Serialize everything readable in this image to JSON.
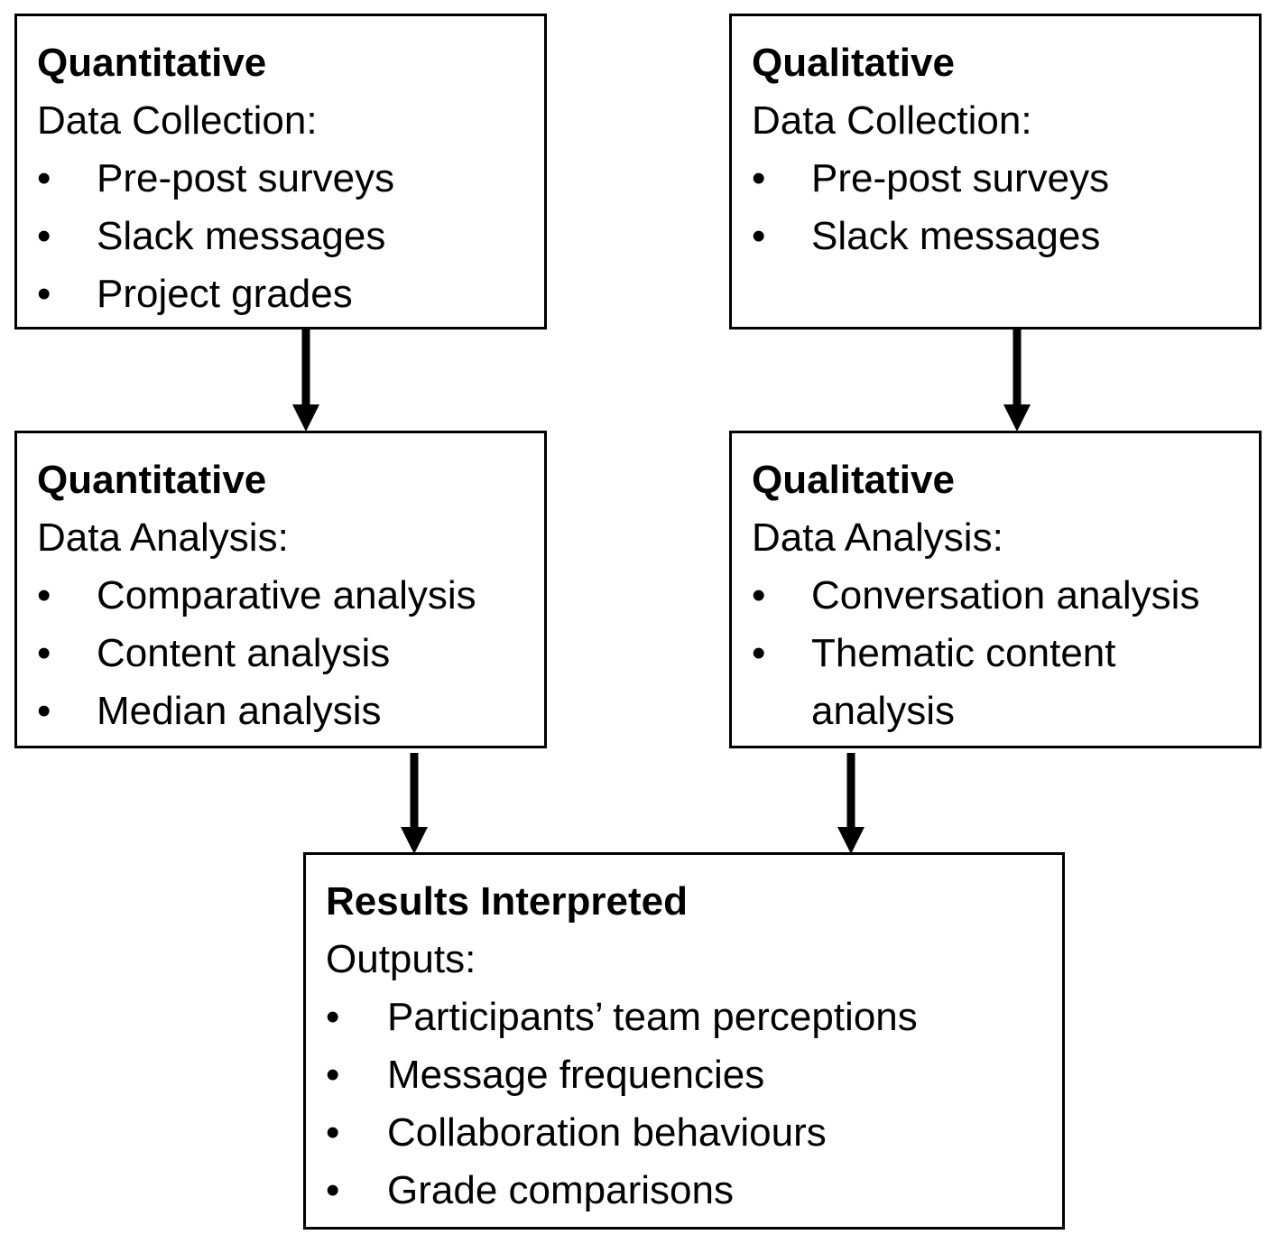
{
  "bullet_glyph": "•",
  "quant_collection": {
    "title": "Quantitative",
    "subtitle": "Data Collection:",
    "items": [
      "Pre-post surveys",
      "Slack messages",
      "Project grades"
    ]
  },
  "qual_collection": {
    "title": "Qualitative",
    "subtitle": "Data Collection:",
    "items": [
      "Pre-post surveys",
      "Slack messages"
    ]
  },
  "quant_analysis": {
    "title": "Quantitative",
    "subtitle": "Data Analysis:",
    "items": [
      "Comparative analysis",
      "Content analysis",
      "Median analysis"
    ]
  },
  "qual_analysis": {
    "title": "Qualitative",
    "subtitle": "Data Analysis:",
    "items": [
      "Conversation analysis",
      "Thematic content analysis"
    ]
  },
  "results": {
    "title": "Results Interpreted",
    "subtitle": "Outputs:",
    "items": [
      "Participants’ team perceptions",
      "Message frequencies",
      "Collaboration behaviours",
      "Grade comparisons"
    ]
  }
}
